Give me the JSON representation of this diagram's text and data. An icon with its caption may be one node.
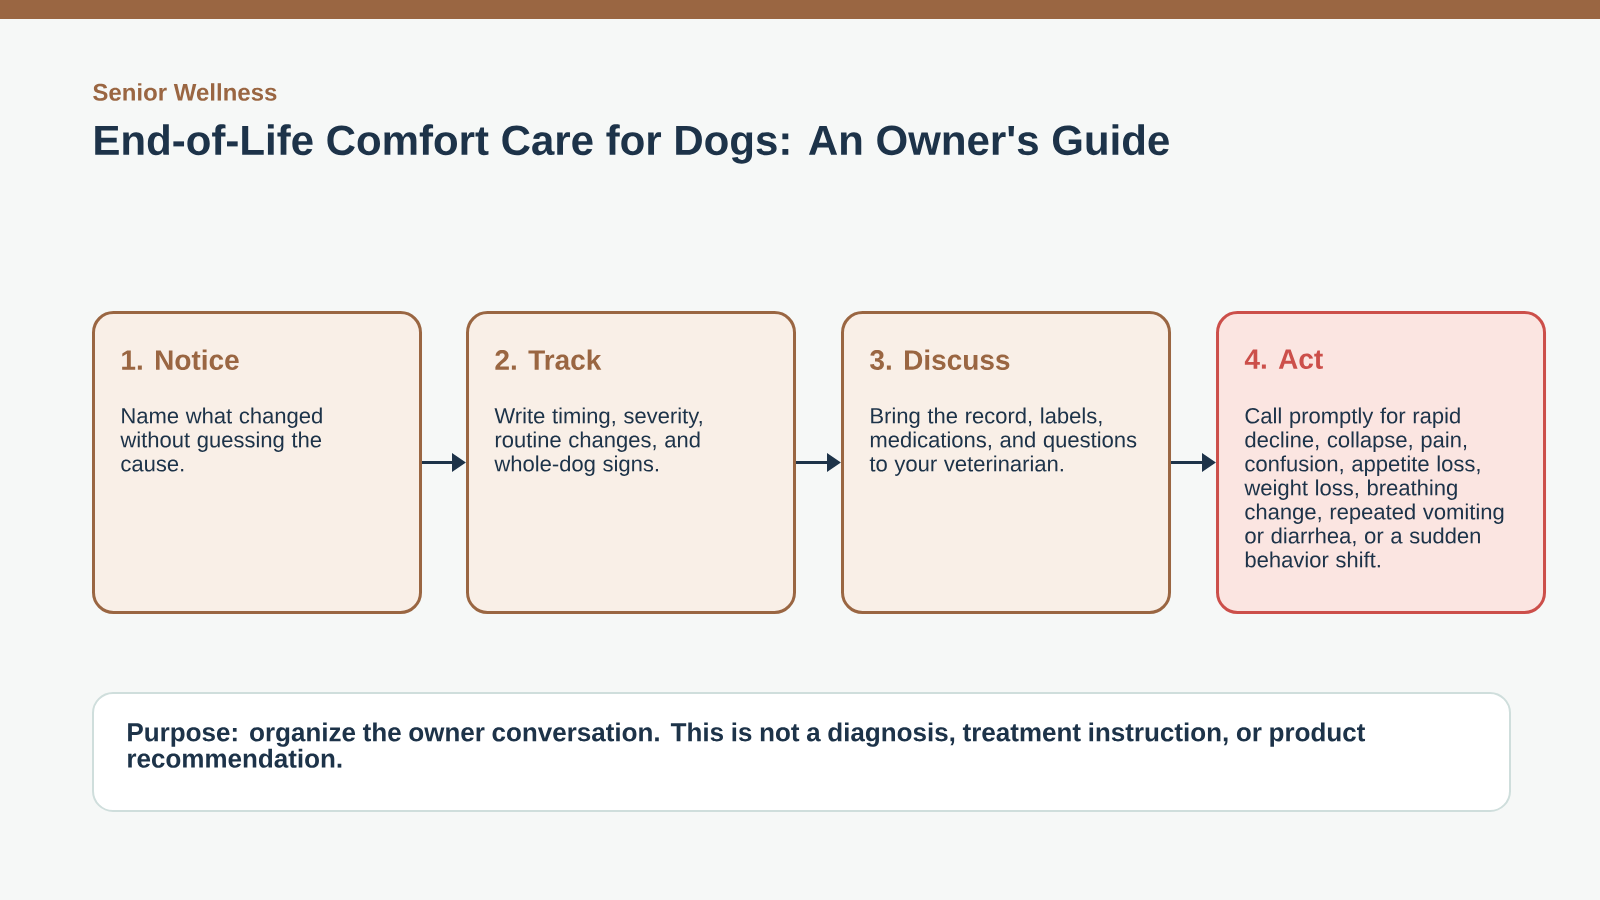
{
  "diagram": {
    "title": "End-of-Life Comfort Care for Dogs: An Owner's Guide",
    "nodes": [
      {
        "text": [
          "1. Notice",
          "Name what changed without guessing the cause."
        ]
      },
      {
        "text": [
          "2. Track",
          "Write timing, severity, routine changes, and whole-dog signs."
        ]
      },
      {
        "text": [
          "3. Discuss",
          "Bring the record, labels, medications, and questions to your veterinarian."
        ]
      },
      {
        "text": [
          "4. Act",
          "Call promptly for rapid decline, collapse, pain, confusion, appetite loss, weight loss, breathing change, repeated vomiting or diarrhea, or a sudden behavior shift."
        ]
      },
      {
        "text": [
          "Purpose: organize the owner conversation. This is not a diagnosis, treatment instruction, or product recommendation."
        ]
      }
    ],
    "edges": [
      {
        "from": 0,
        "to": 1,
        "arrow": "to"
      },
      {
        "from": 1,
        "to": 2,
        "arrow": "to"
      },
      {
        "from": 2,
        "to": 3,
        "arrow": "to"
      }
    ],
    "labels": [
      "Senior Wellness"
    ]
  }
}
